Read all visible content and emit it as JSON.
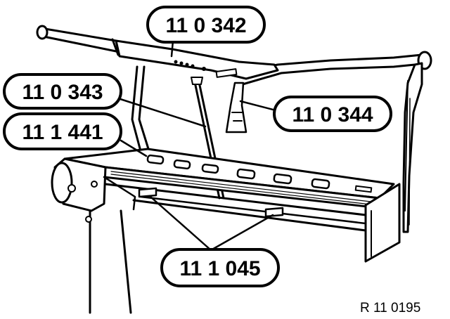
{
  "diagram": {
    "labels": {
      "l1": "11 0 342",
      "l2": "11 0 343",
      "l3": "11 0 344",
      "l4": "11 1 441",
      "l5": "11 1 045"
    },
    "reference": "R 11 0195"
  }
}
